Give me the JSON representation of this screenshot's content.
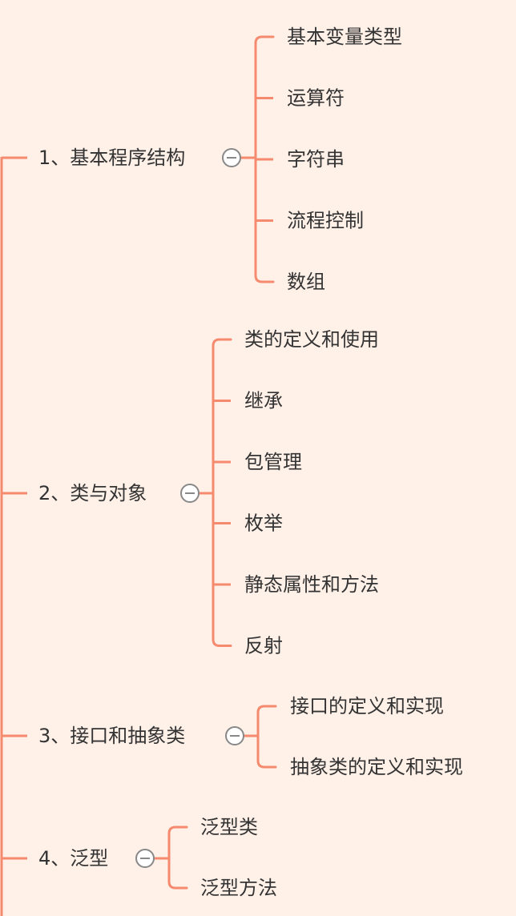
{
  "colors": {
    "background": "#fff0e8",
    "line": "#f58a6e",
    "text": "#333333",
    "toggle_border": "#888888",
    "toggle_fill": "#ffffff"
  },
  "toggle_icon": "collapse-minus-icon",
  "branches": [
    {
      "label": "1、基本程序结构",
      "children": [
        "基本变量类型",
        "运算符",
        "字符串",
        "流程控制",
        "数组"
      ]
    },
    {
      "label": "2、类与对象",
      "children": [
        "类的定义和使用",
        "继承",
        "包管理",
        "枚举",
        "静态属性和方法",
        "反射"
      ]
    },
    {
      "label": "3、接口和抽象类",
      "children": [
        "接口的定义和实现",
        "抽象类的定义和实现"
      ]
    },
    {
      "label": "4、泛型",
      "children": [
        "泛型类",
        "泛型方法"
      ]
    }
  ]
}
